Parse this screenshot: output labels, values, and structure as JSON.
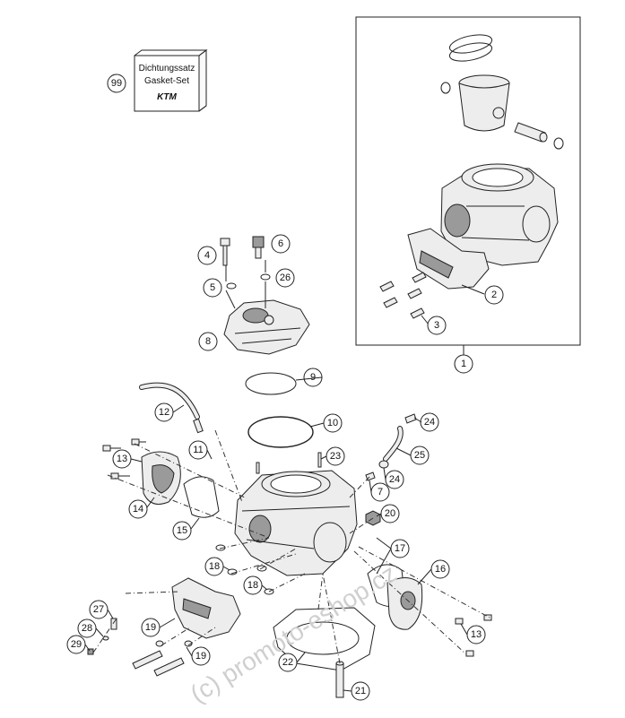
{
  "gasket_set": {
    "callout": "99",
    "line1": "Dichtungssatz",
    "line2": "Gasket-Set",
    "logo": "KTM"
  },
  "callouts": {
    "c1": "1",
    "c2": "2",
    "c3": "3",
    "c4": "4",
    "c5": "5",
    "c6": "6",
    "c7": "7",
    "c8": "8",
    "c9": "9",
    "c10": "10",
    "c11": "11",
    "c12": "12",
    "c13a": "13",
    "c13b": "13",
    "c14": "14",
    "c15": "15",
    "c16": "16",
    "c17": "17",
    "c18a": "18",
    "c18b": "18",
    "c19a": "19",
    "c19b": "19",
    "c20": "20",
    "c21": "21",
    "c22": "22",
    "c23": "23",
    "c24a": "24",
    "c24b": "24",
    "c25": "25",
    "c26": "26",
    "c27": "27",
    "c28": "28",
    "c29": "29"
  },
  "watermark": "(c) promoto-eshop.cz"
}
